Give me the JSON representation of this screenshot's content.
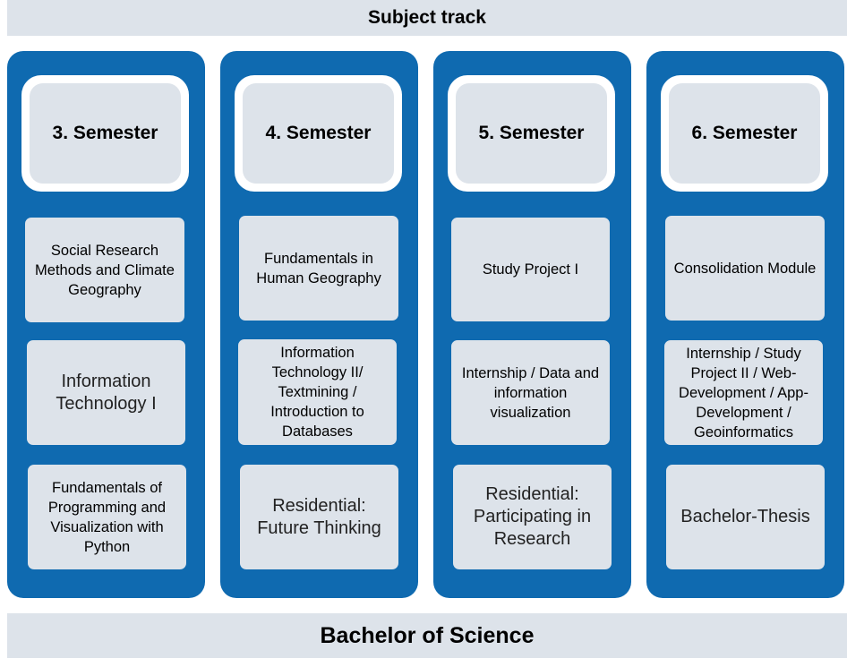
{
  "header": {
    "title": "Subject track"
  },
  "footer": {
    "title": "Bachelor of Science"
  },
  "colors": {
    "column_blue": "#0f6ab0",
    "box_gray": "#dde3ea",
    "white": "#ffffff"
  },
  "columns": [
    {
      "semester": "3. Semester",
      "modules": [
        "Social Research Methods and Climate Geography",
        "Information Technology I",
        "Fundamentals of Programming and Visualization with Python"
      ]
    },
    {
      "semester": "4. Semester",
      "modules": [
        "Fundamentals in Human Geography",
        "Information Technology II/ Textmining / Introduction to Databases",
        "Residential: Future Thinking"
      ]
    },
    {
      "semester": "5. Semester",
      "modules": [
        "Study Project I",
        "Internship / Data and information visualization",
        "Residential: Participating in Research"
      ]
    },
    {
      "semester": "6. Semester",
      "modules": [
        "Consolidation Module",
        "Internship / Study Project II / Web-Development / App-Development / Geoinformatics",
        "Bachelor-Thesis"
      ]
    }
  ]
}
